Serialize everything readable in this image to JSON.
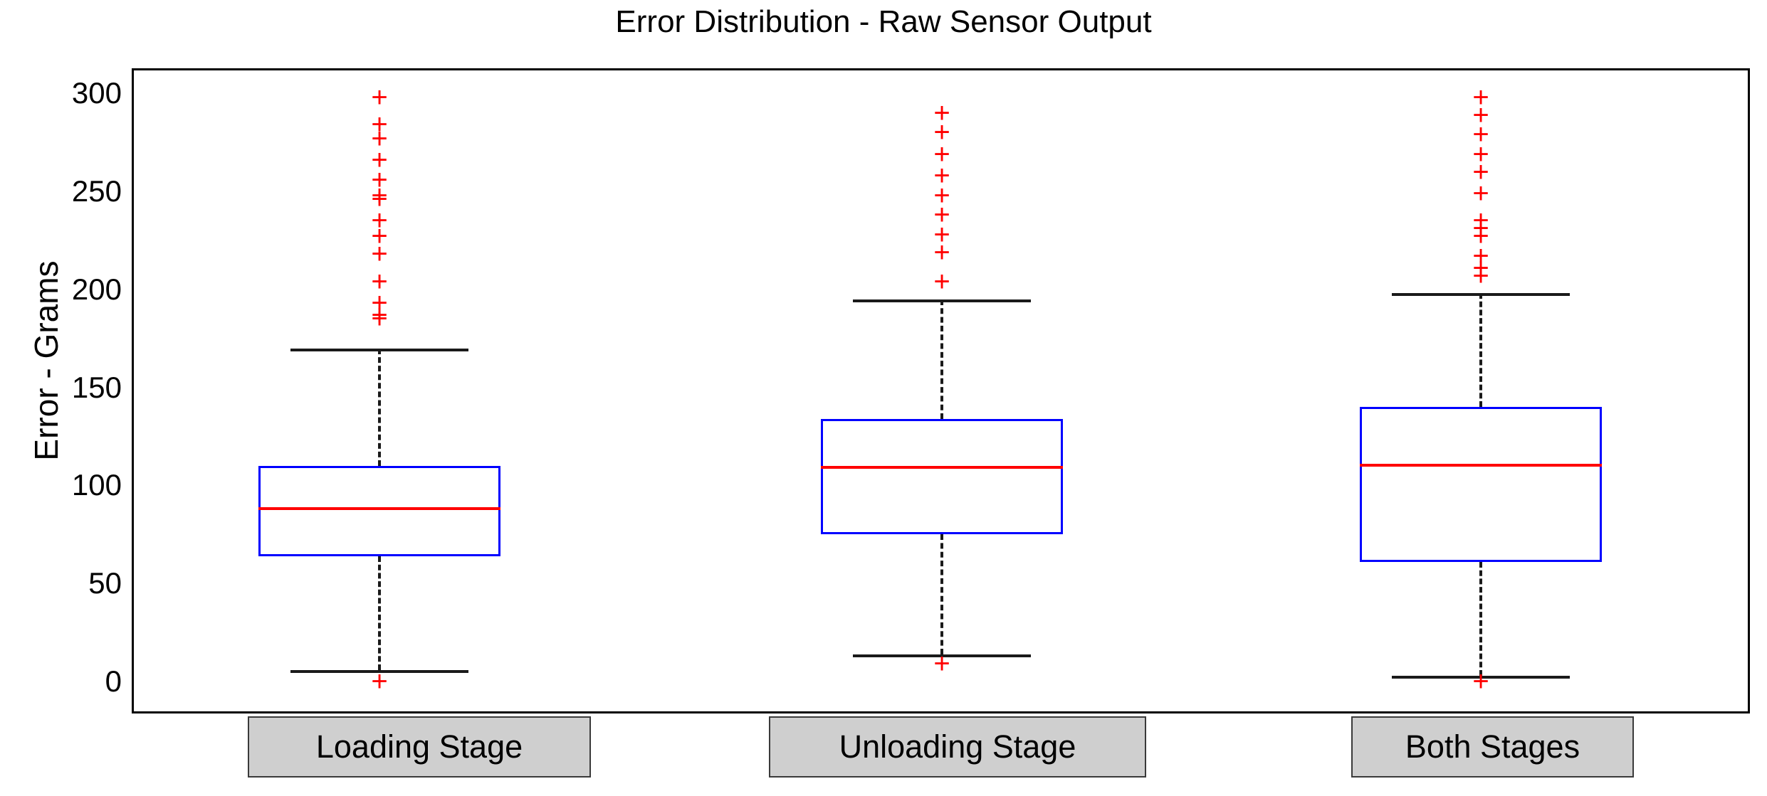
{
  "chart_data": {
    "type": "box",
    "title": "Error Distribution - Raw Sensor Output",
    "xlabel": "",
    "ylabel": "Error - Grams",
    "ylim": [
      -10,
      312
    ],
    "yticks": [
      0,
      50,
      100,
      150,
      200,
      250,
      300
    ],
    "ytick_labels": [
      "0",
      "50",
      "100",
      "150",
      "200",
      "250",
      "300"
    ],
    "grid": false,
    "legend": null,
    "categories": [
      "Loading Stage",
      "Unloading Stage",
      "Both Stages"
    ],
    "box_color": "#0000ff",
    "median_color": "#ff0000",
    "whisker_color": "#1a1a1a",
    "outlier_color": "#ff0000",
    "outlier_marker": "+",
    "boxes": [
      {
        "name": "Loading Stage",
        "q1": 65,
        "median": 90,
        "q3": 111,
        "whisker_low": 7,
        "whisker_high": 171,
        "outliers": [
          299,
          285,
          278,
          267,
          257,
          249,
          247,
          236,
          228,
          219,
          205,
          194,
          188,
          186,
          1
        ]
      },
      {
        "name": "Unloading Stage",
        "q1": 76,
        "median": 111,
        "q3": 135,
        "whisker_low": 15,
        "whisker_high": 196,
        "outliers": [
          291,
          281,
          270,
          259,
          249,
          239,
          229,
          220,
          205,
          10
        ]
      },
      {
        "name": "Both Stages",
        "q1": 62,
        "median": 112,
        "q3": 141,
        "whisker_low": 4,
        "whisker_high": 199,
        "outliers": [
          299,
          290,
          280,
          270,
          261,
          250,
          236,
          232,
          228,
          218,
          212,
          208,
          1
        ]
      }
    ]
  }
}
